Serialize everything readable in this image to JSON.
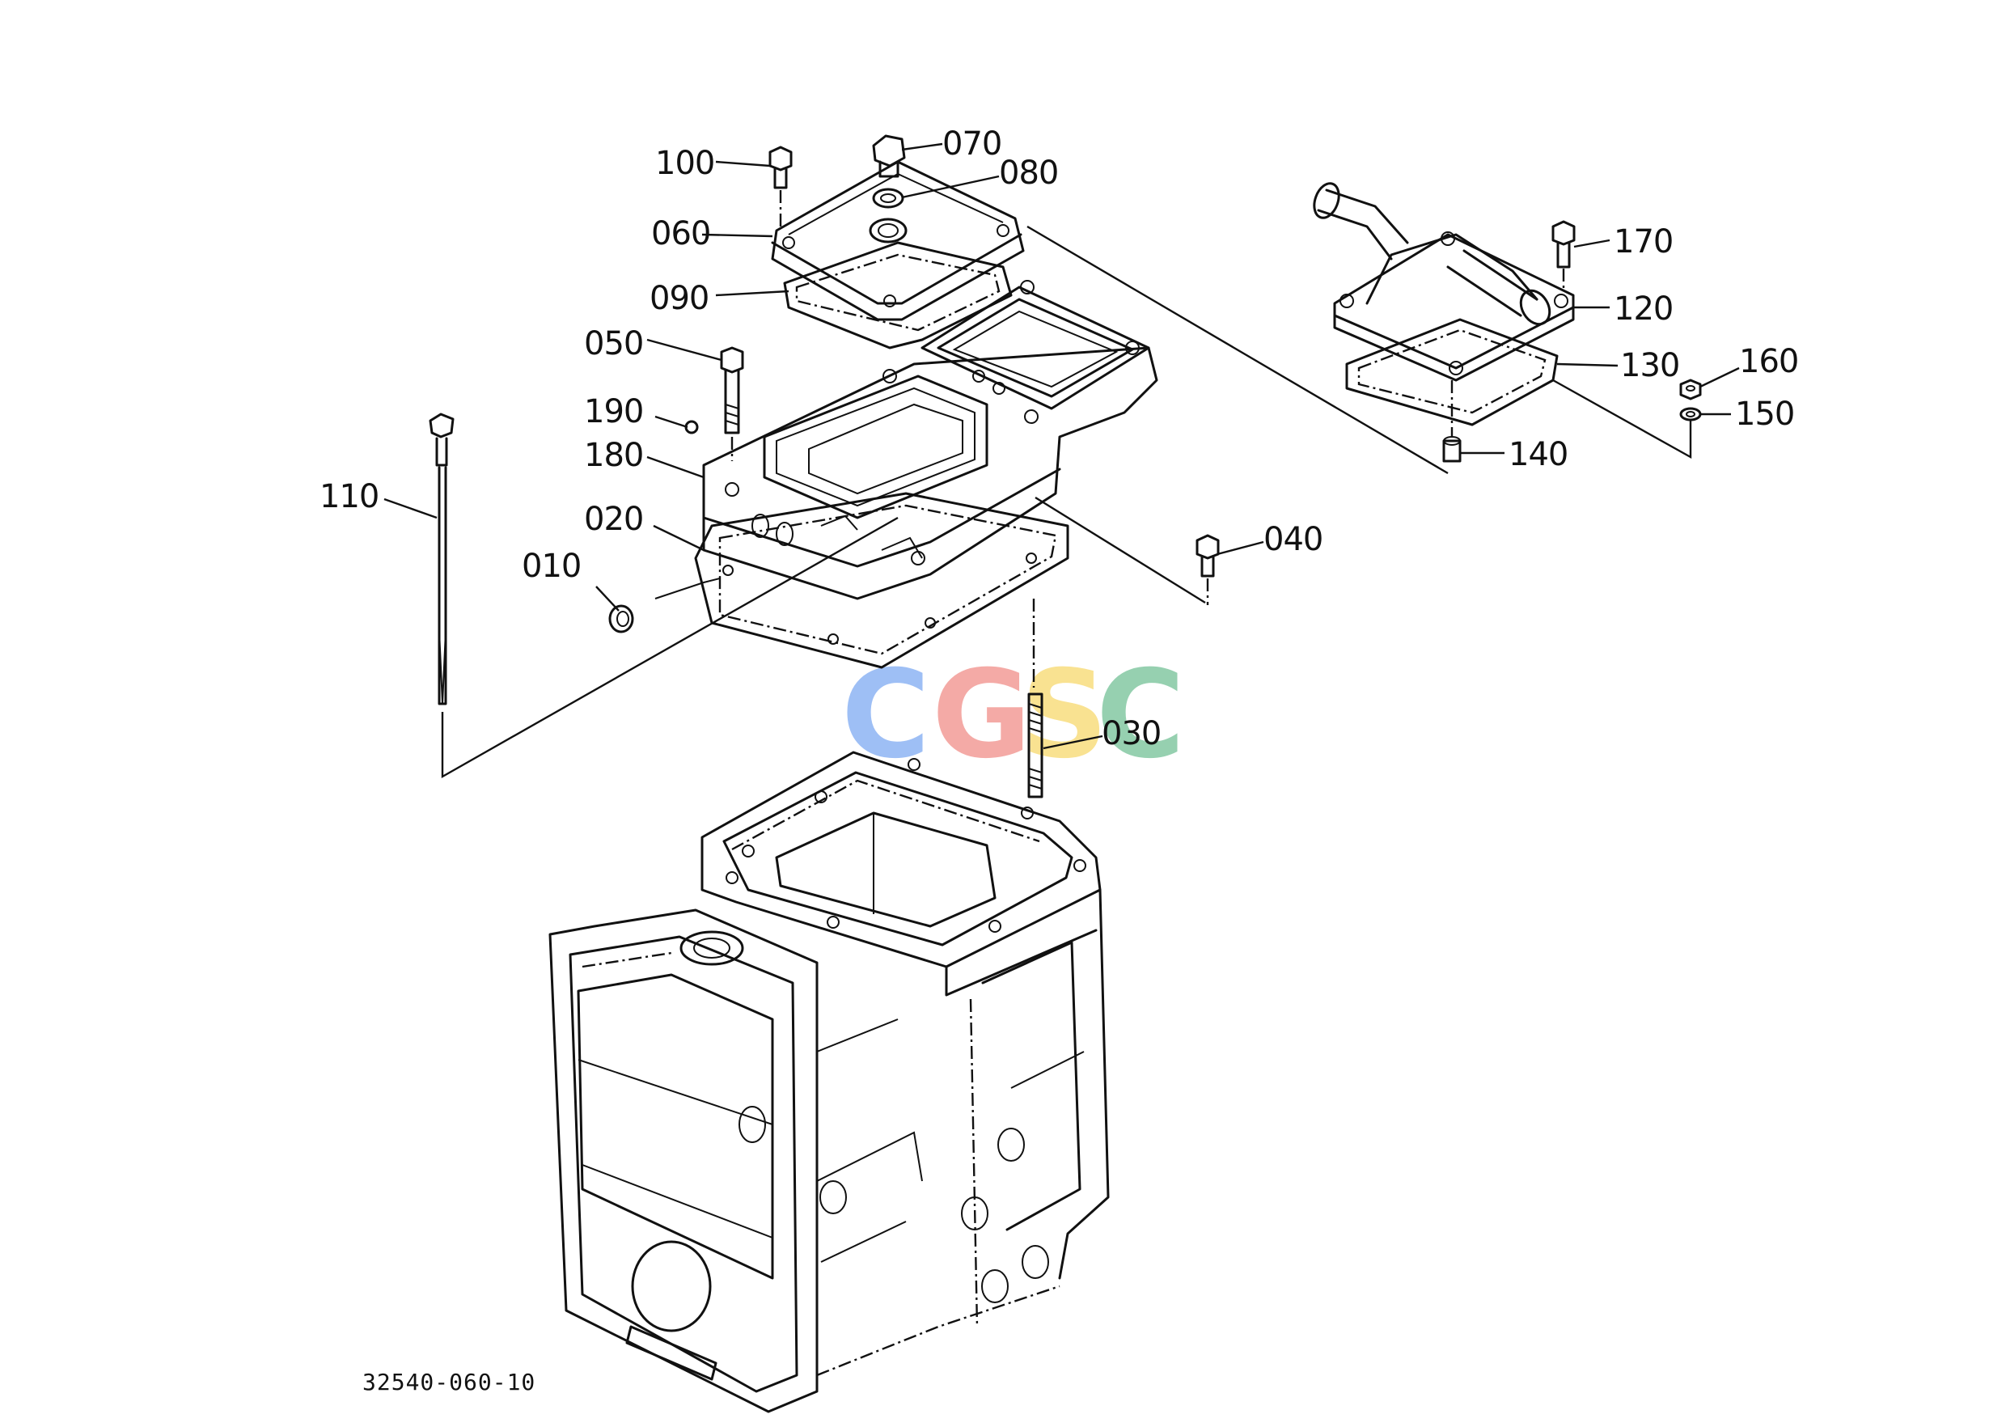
{
  "drawing": {
    "document_number": "32540-060-10",
    "callouts": [
      {
        "id": "010",
        "label": "010"
      },
      {
        "id": "020",
        "label": "020"
      },
      {
        "id": "030",
        "label": "030"
      },
      {
        "id": "040",
        "label": "040"
      },
      {
        "id": "050",
        "label": "050"
      },
      {
        "id": "060",
        "label": "060"
      },
      {
        "id": "070",
        "label": "070"
      },
      {
        "id": "080",
        "label": "080"
      },
      {
        "id": "090",
        "label": "090"
      },
      {
        "id": "100",
        "label": "100"
      },
      {
        "id": "110",
        "label": "110"
      },
      {
        "id": "120",
        "label": "120"
      },
      {
        "id": "130",
        "label": "130"
      },
      {
        "id": "140",
        "label": "140"
      },
      {
        "id": "150",
        "label": "150"
      },
      {
        "id": "160",
        "label": "160"
      },
      {
        "id": "170",
        "label": "170"
      },
      {
        "id": "180",
        "label": "180"
      },
      {
        "id": "190",
        "label": "190"
      }
    ]
  },
  "watermark": {
    "letters": [
      "C",
      "G",
      "S",
      "C"
    ],
    "colors": [
      "#7aa7f2",
      "#f08a84",
      "#f7d768",
      "#6fbf93"
    ]
  }
}
